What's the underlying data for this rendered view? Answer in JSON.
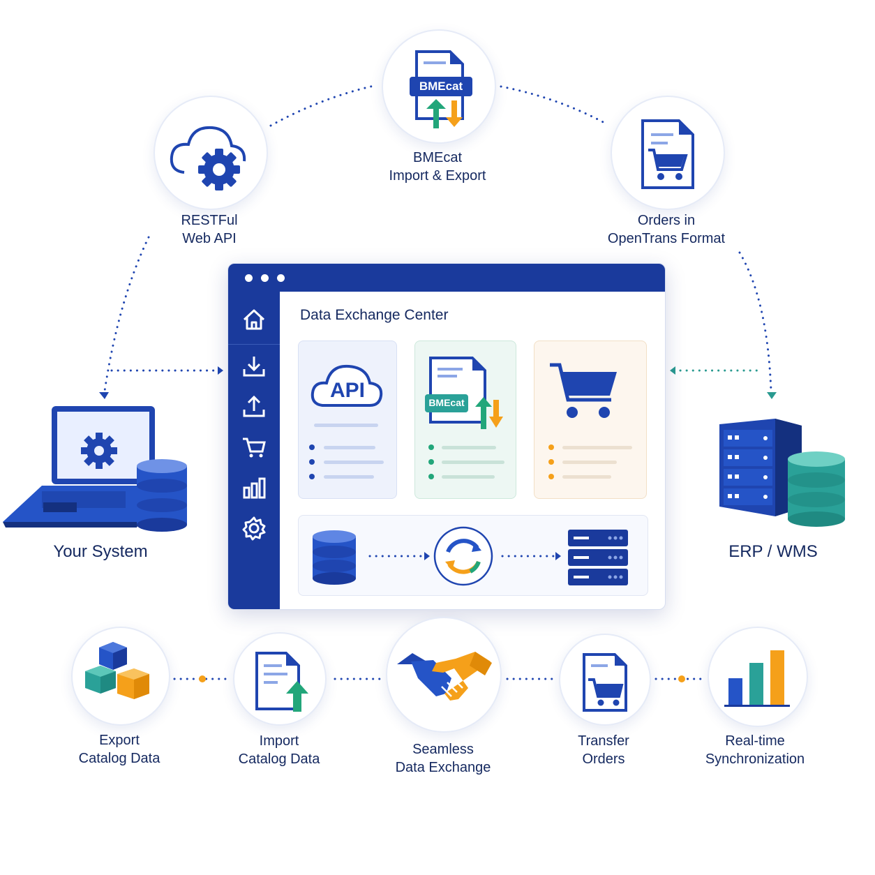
{
  "top": {
    "restful": {
      "line1": "RESTFul",
      "line2": "Web API"
    },
    "bmecat": {
      "line1": "BMEcat",
      "line2": "Import & Export",
      "badge": "BMEcat"
    },
    "opentrans": {
      "line1": "Orders in",
      "line2": "OpenTrans Format"
    }
  },
  "side": {
    "your_system": "Your System",
    "erp_wms": "ERP / WMS"
  },
  "window": {
    "title": "Data Exchange Center",
    "sidebar_items": [
      "home-icon",
      "download-icon",
      "upload-icon",
      "cart-icon",
      "chart-icon",
      "settings-icon"
    ],
    "cards": {
      "api_label": "API",
      "bmecat_badge": "BMEcat"
    }
  },
  "bottom": [
    {
      "line1": "Export",
      "line2": "Catalog Data"
    },
    {
      "line1": "Import",
      "line2": "Catalog Data"
    },
    {
      "line1": "Seamless",
      "line2": "Data Exchange"
    },
    {
      "line1": "Transfer",
      "line2": "Orders"
    },
    {
      "line1": "Real-time",
      "line2": "Synchronization"
    }
  ],
  "colors": {
    "navy": "#1a3a9c",
    "blue": "#2554c7",
    "teal": "#2aa198",
    "green": "#22a67a",
    "orange": "#f5a01a",
    "text": "#14285f"
  }
}
